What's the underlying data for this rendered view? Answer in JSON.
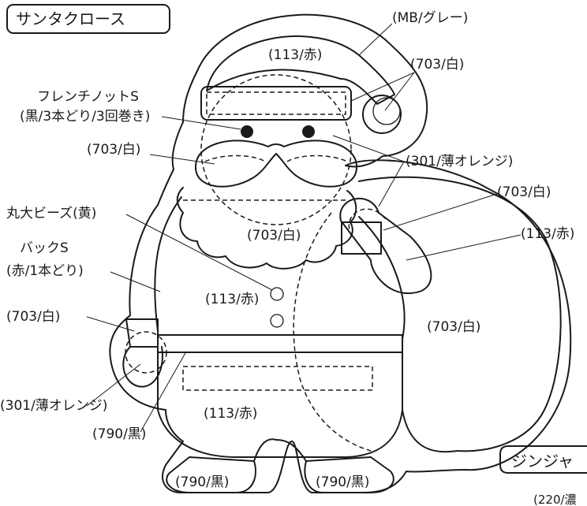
{
  "title": "サンタクロース",
  "next_title": "ジンジャ",
  "next_label_partial": "(220/濃",
  "labels": {
    "outline": "(MB/グレー)",
    "hat": "(113/赤)",
    "pompom": "(703/白)",
    "eyes": "フレンチノットS",
    "eyes_detail": "(黒/3本どり/3回巻き)",
    "mustache": "(703/白)",
    "face": "(301/薄オレンジ)",
    "mitten_cuff_r": "(703/白)",
    "mitten_r": "(113/赤)",
    "buttons": "丸大ビーズ(黄)",
    "beard": "(703/白)",
    "outline_stitch": "バックS",
    "outline_stitch_detail": "(赤/1本どり)",
    "coat": "(113/赤)",
    "sack": "(703/白)",
    "cuff_l": "(703/白)",
    "hand_l": "(301/薄オレンジ)",
    "belt": "(790/黒)",
    "coat_lower": "(113/赤)",
    "boot_l": "(790/黒)",
    "boot_r": "(790/黒)"
  }
}
